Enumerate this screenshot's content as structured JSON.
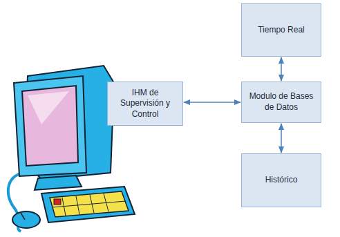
{
  "diagram": {
    "nodes": [
      {
        "text": [
          "Tiempo Real"
        ]
      },
      {
        "text": [
          "IHM de Supervisión y Control"
        ]
      },
      {
        "text": [
          "Modulo de Bases de Datos"
        ]
      },
      {
        "text": [
          "Histórico"
        ]
      }
    ],
    "edges": [
      {
        "from": 1,
        "to": 2,
        "arrow": "both"
      },
      {
        "from": 0,
        "to": 2,
        "arrow": "both"
      },
      {
        "from": 2,
        "to": 3,
        "arrow": "both"
      }
    ]
  }
}
